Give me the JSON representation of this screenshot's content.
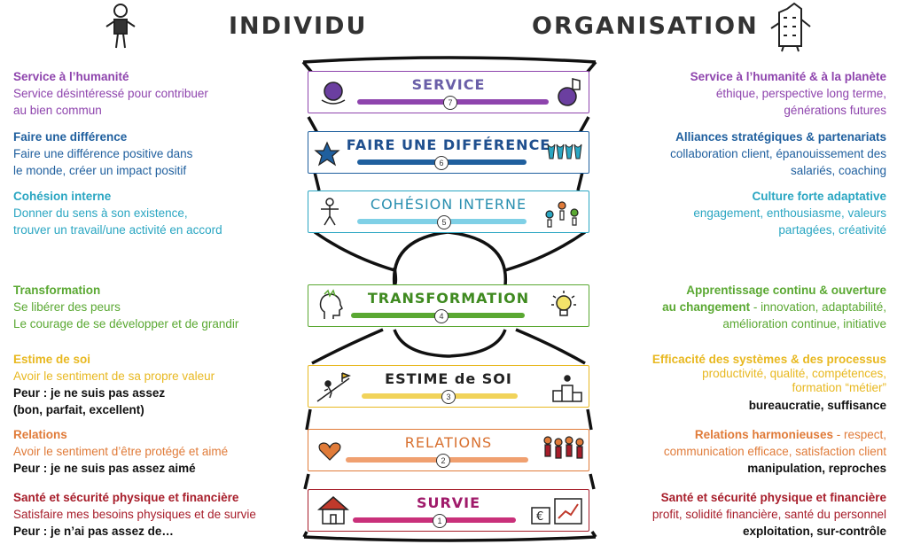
{
  "headers": {
    "left": "INDIVIDU",
    "right": "ORGANISATION"
  },
  "levels": [
    {
      "num": "7",
      "band_label": "SERVICE",
      "color": "#8e44ad",
      "left": {
        "title": "Service à l’humanité",
        "lines": [
          "Service désintéressé pour contribuer",
          "au bien commun"
        ],
        "bold": []
      },
      "right": {
        "title": "Service à l’humanité & à la planète",
        "lines": [
          "éthique, perspective long terme,",
          "générations futures"
        ],
        "bold": []
      }
    },
    {
      "num": "6",
      "band_label": "FAIRE UNE DIFFÉRENCE",
      "color": "#1f5f9e",
      "left": {
        "title": "Faire une différence",
        "lines": [
          "Faire une différence positive dans",
          "le monde, créer un impact positif"
        ],
        "bold": []
      },
      "right": {
        "title": "Alliances stratégiques & partenariats",
        "lines": [
          "collaboration client, épanouissement des",
          "salariés, coaching"
        ],
        "bold": []
      }
    },
    {
      "num": "5",
      "band_label": "COHÉSION INTERNE",
      "color": "#2aa6c2",
      "left": {
        "title": "Cohésion interne",
        "lines": [
          "Donner du sens à son existence,",
          "trouver un travail/une activité en accord"
        ],
        "bold": []
      },
      "right": {
        "title": "Culture forte adaptative",
        "lines": [
          "engagement, enthousiasme, valeurs",
          "partagées, créativité"
        ],
        "bold": []
      }
    },
    {
      "num": "4",
      "band_label": "TRANSFORMATION",
      "color": "#5aa832",
      "left": {
        "title": "Transformation",
        "lines": [
          "Se libérer des peurs",
          "Le courage de se développer et de grandir"
        ],
        "bold": []
      },
      "right": {
        "title": "Apprentissage continu & ouverture",
        "title2": "au changement",
        "lines": [
          "- innovation, adaptabilité,",
          "amélioration continue, initiative"
        ],
        "bold": []
      }
    },
    {
      "num": "3",
      "band_label": "ESTIME de SOI",
      "color": "#e8b820",
      "left": {
        "title": "Estime de soi",
        "lines": [
          "Avoir le sentiment de sa propre valeur"
        ],
        "bold": [
          "Peur : je ne suis pas assez",
          "(bon, parfait, excellent)"
        ]
      },
      "right": {
        "title": "Efficacité des  systèmes & des processus",
        "lines": [
          "productivité, qualité, compétences,",
          "formation “métier”"
        ],
        "bold": [
          "bureaucratie, suffisance"
        ]
      }
    },
    {
      "num": "2",
      "band_label": "RELATIONS",
      "color": "#e07b39",
      "left": {
        "title": "Relations",
        "lines": [
          "Avoir le sentiment d’être protégé et aimé"
        ],
        "bold": [
          "Peur : je ne suis pas assez aimé"
        ]
      },
      "right": {
        "title": "Relations  harmonieuses",
        "title_suffix": " - respect,",
        "lines": [
          "communication efficace, satisfaction client"
        ],
        "bold": [
          "manipulation, reproches"
        ]
      }
    },
    {
      "num": "1",
      "band_label": "SURVIE",
      "color": "#a71d2a",
      "left": {
        "title": "Santé et sécurité physique et financière",
        "lines": [
          "Satisfaire mes besoins physiques et de survie"
        ],
        "bold": [
          "Peur : je n’ai pas assez de…"
        ]
      },
      "right": {
        "title": "Santé et sécurité physique et financière",
        "lines": [
          "profit, solidité financière, santé du personnel"
        ],
        "bold": [
          "exploitation, sur-contrôle"
        ]
      }
    }
  ],
  "icons": [
    "figure-icon",
    "building-icon",
    "globe-icon",
    "star-icon",
    "people-icon",
    "head-icon",
    "lightbulb-icon",
    "podium-icon",
    "heart-icon",
    "house-icon",
    "euro-chart-icon"
  ]
}
